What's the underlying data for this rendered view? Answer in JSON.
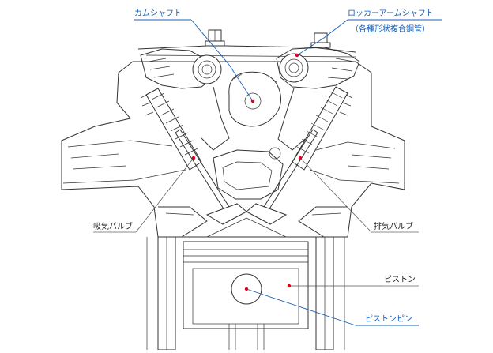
{
  "colors": {
    "accent": "#1a5fb4",
    "marker": "#e0001b",
    "line": "#333333",
    "plain_text": "#222222"
  },
  "labels": {
    "camshaft": "カムシャフト",
    "rocker_arm_shaft": "ロッカーアームシャフト",
    "rocker_arm_shaft_note": "（各種形状複合鋼管）",
    "intake_valve": "吸気バルブ",
    "exhaust_valve": "排気バルブ",
    "piston": "ピストン",
    "piston_pin": "ピストンピン"
  }
}
